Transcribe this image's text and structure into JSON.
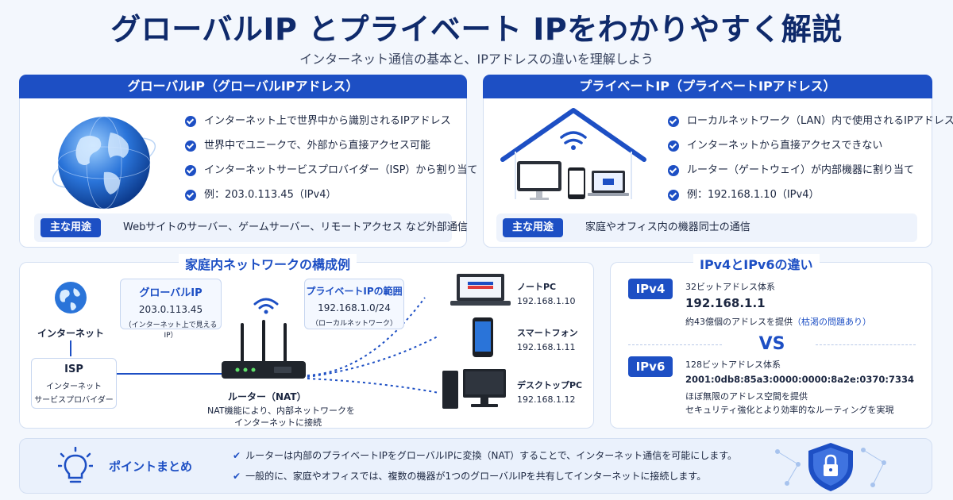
{
  "header": {
    "title": "グローバルIP とプライベート IPをわかりやすく解説",
    "subtitle": "インターネット通信の基本と、IPアドレスの違いを理解しよう"
  },
  "global_card": {
    "title": "グローバルIP（グローバルIPアドレス）",
    "bullets": [
      "インターネット上で世界中から識別されるIPアドレス",
      "世界中でユニークで、外部から直接アクセス可能",
      "インターネットサービスプロバイダー（ISP）から割り当て",
      "例：203.0.113.45（IPv4）"
    ],
    "usage_label": "主な用途",
    "usage_text": "Webサイトのサーバー、ゲームサーバー、リモートアクセス など外部通信"
  },
  "private_card": {
    "title": "プライベートIP（プライベートIPアドレス）",
    "bullets": [
      "ローカルネットワーク（LAN）内で使用されるIPアドレス",
      "インターネットから直接アクセスできない",
      "ルーター（ゲートウェイ）が内部機器に割り当て",
      "例：192.168.1.10（IPv4）"
    ],
    "usage_label": "主な用途",
    "usage_text": "家庭やオフィス内の機器同士の通信"
  },
  "network": {
    "title": "家庭内ネットワークの構成例",
    "internet_label": "インターネット",
    "isp_title": "ISP",
    "isp_line1": "インターネット",
    "isp_line2": "サービスプロバイダー",
    "global_callout": {
      "title": "グローバルIP",
      "value": "203.0.113.45",
      "note": "（インターネット上で見えるIP）"
    },
    "private_callout": {
      "title": "プライベートIPの範囲",
      "value": "192.168.1.0/24",
      "note": "（ローカルネットワーク）"
    },
    "router_title": "ルーター（NAT）",
    "router_desc1": "NAT機能により、内部ネットワークを",
    "router_desc2": "インターネットに接続",
    "devices": [
      {
        "name": "ノートPC",
        "ip": "192.168.1.10"
      },
      {
        "name": "スマートフォン",
        "ip": "192.168.1.11"
      },
      {
        "name": "デスクトップPC",
        "ip": "192.168.1.12"
      }
    ]
  },
  "compare": {
    "title": "IPv4とIPv6の違い",
    "ipv4": {
      "badge": "IPv4",
      "line1": "32ビットアドレス体系",
      "address": "192.168.1.1",
      "line3": "約43億個のアドレスを提供",
      "note": "（枯渇の問題あり）"
    },
    "vs": "VS",
    "ipv6": {
      "badge": "IPv6",
      "line1": "128ビットアドレス体系",
      "address": "2001:0db8:85a3:0000:0000:8a2e:0370:7334",
      "line3": "ほぼ無限のアドレス空間を提供",
      "line4": "セキュリティ強化とより効率的なルーティングを実現"
    }
  },
  "summary": {
    "title": "ポイントまとめ",
    "items": [
      "ルーターは内部のプライベートIPをグローバルIPに変換（NAT）することで、インターネット通信を可能にします。",
      "一般的に、家庭やオフィスでは、複数の機器が1つのグローバルIPを共有してインターネットに接続します。"
    ]
  },
  "colors": {
    "primary": "#1d4fc4",
    "title": "#0f2a6b",
    "background": "#f3f7fd"
  },
  "icons": [
    "globe-icon",
    "house-icon",
    "wifi-icon",
    "router-icon",
    "laptop-icon",
    "smartphone-icon",
    "desktop-icon",
    "lightbulb-icon",
    "shield-lock-icon",
    "check-icon"
  ]
}
